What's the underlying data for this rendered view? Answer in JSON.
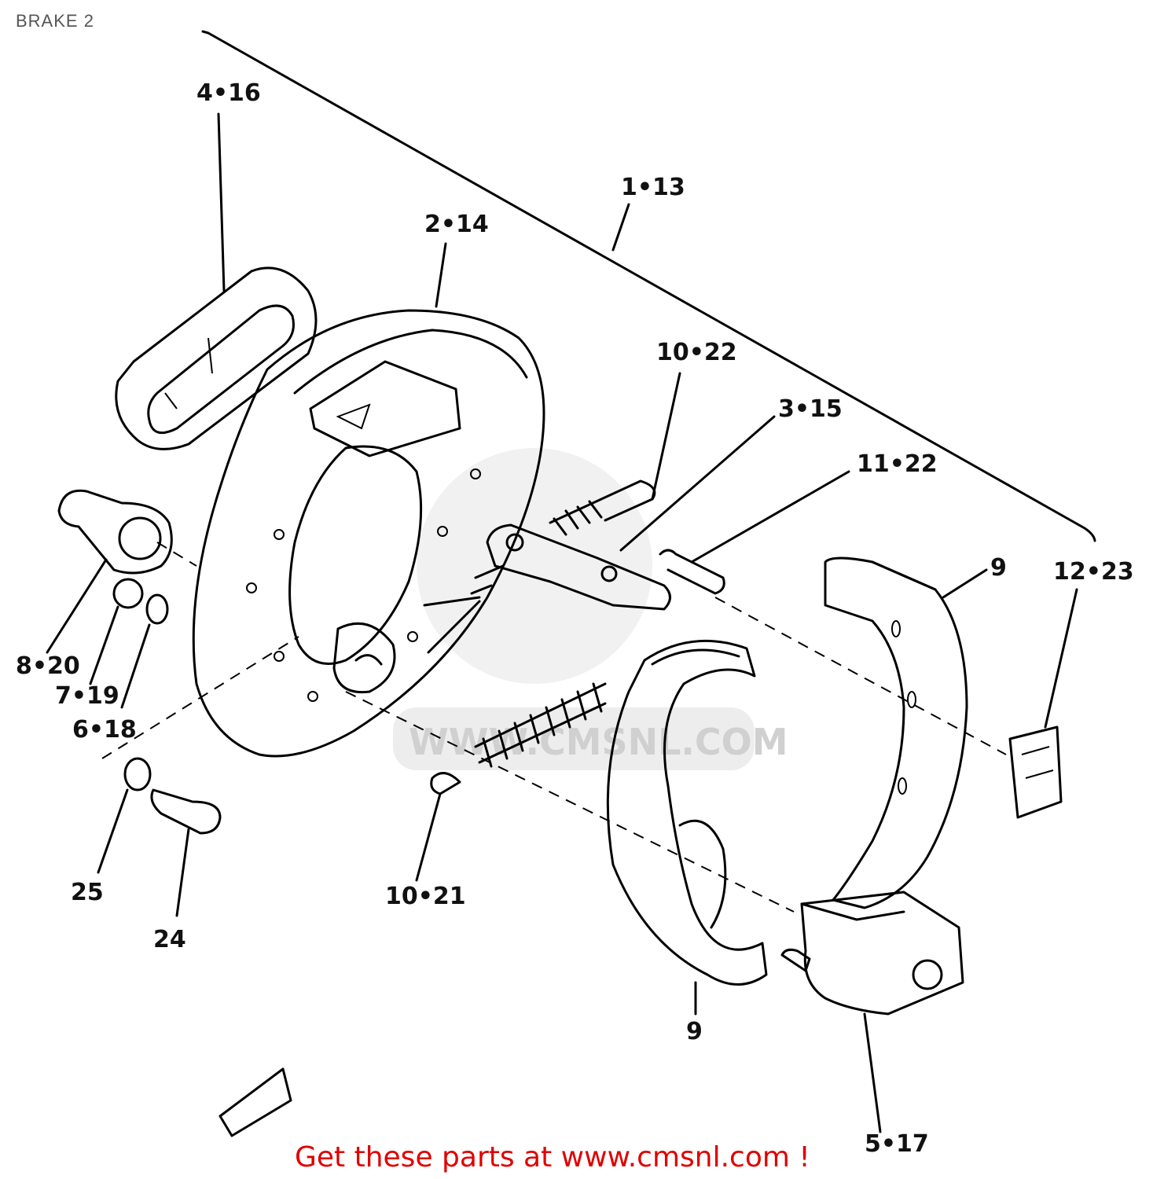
{
  "title": "BRAKE 2",
  "labels": {
    "l_4_16": "4•16",
    "l_1_13": "1•13",
    "l_2_14": "2•14",
    "l_10_22": "10•22",
    "l_3_15": "3•15",
    "l_11_22": "11•22",
    "l_9a": "9",
    "l_12_23": "12•23",
    "l_8_20": "8•20",
    "l_7_19": "7•19",
    "l_6_18": "6•18",
    "l_25": "25",
    "l_24": "24",
    "l_10_21": "10•21",
    "l_9b": "9",
    "l_5_17": "5•17"
  },
  "watermark": "WWW.CMSNL.COM",
  "footer": "Get these parts at www.cmsnl.com !"
}
